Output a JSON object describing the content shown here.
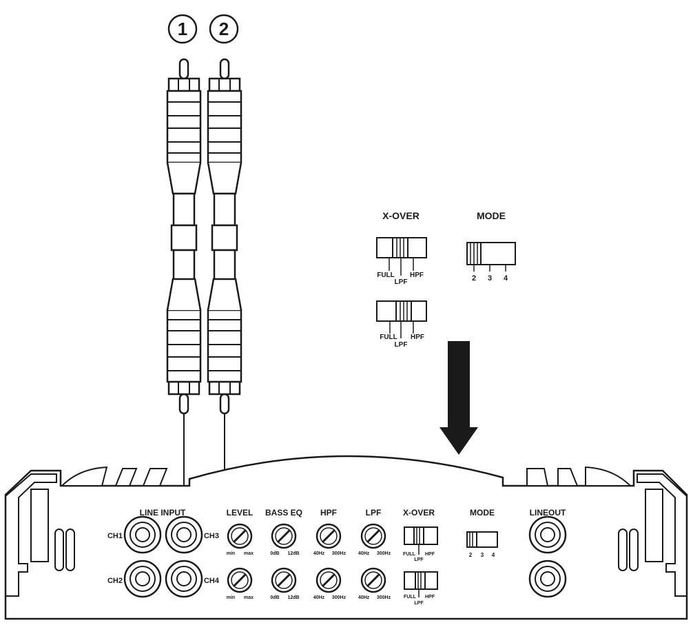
{
  "cable_numbers": [
    "1",
    "2"
  ],
  "detail": {
    "xover_title": "X-OVER",
    "mode_title": "MODE",
    "xover_labels": {
      "full": "FULL",
      "lpf": "LPF",
      "hpf": "HPF"
    },
    "mode_labels": [
      "2",
      "3",
      "4"
    ]
  },
  "panel": {
    "line_input": "LINE INPUT",
    "channels": {
      "ch1": "CH1",
      "ch2": "CH2",
      "ch3": "CH3",
      "ch4": "CH4"
    },
    "knobs": [
      {
        "title": "LEVEL",
        "top": [
          "min",
          "max"
        ],
        "bottom": [
          "min",
          "max"
        ]
      },
      {
        "title": "BASS EQ",
        "top": [
          "0dB",
          "12dB"
        ],
        "bottom": [
          "0dB",
          "12dB"
        ]
      },
      {
        "title": "HPF",
        "top": [
          "40Hz",
          "300Hz"
        ],
        "bottom": [
          "40Hz",
          "300Hz"
        ]
      },
      {
        "title": "LPF",
        "top": [
          "40Hz",
          "300Hz"
        ],
        "bottom": [
          "40Hz",
          "300Hz"
        ]
      }
    ],
    "xover": "X-OVER",
    "mode": "MODE",
    "mode_labels": [
      "2",
      "3",
      "4"
    ],
    "line_out": "LINEOUT",
    "xover_labels": {
      "full": "FULL",
      "lpf": "LPF",
      "hpf": "HPF"
    }
  },
  "colors": {
    "ink": "#1a1a1a",
    "paper": "#ffffff",
    "plug_fill": "#f2f2f2"
  }
}
